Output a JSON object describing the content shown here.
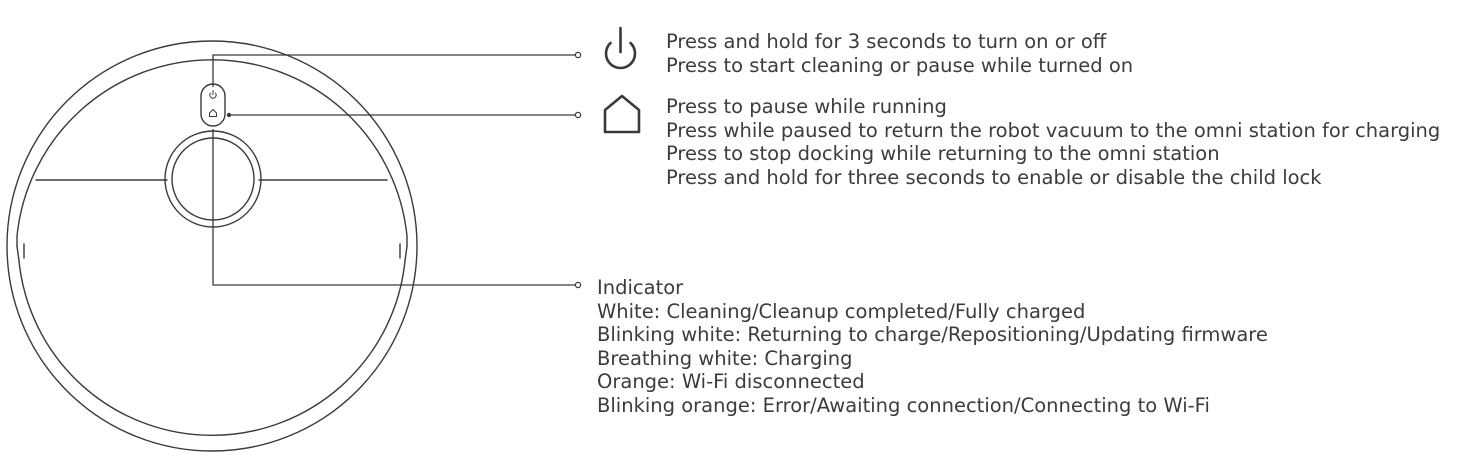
{
  "power_button": {
    "icon": "power-icon",
    "lines": [
      "Press and hold for 3 seconds to turn on or off",
      "Press to start cleaning or pause while turned on"
    ]
  },
  "home_button": {
    "icon": "home-icon",
    "lines": [
      "Press to pause while running",
      "Press while paused to return the robot vacuum to the omni station for charging",
      "Press to stop docking while returning to the omni station",
      "Press and hold for three seconds to enable or disable the child lock"
    ]
  },
  "indicator": {
    "lines": [
      "Indicator",
      "White: Cleaning/Cleanup completed/Fully charged",
      "Blinking white: Returning to charge/Repositioning/Updating firmware",
      "Breathing white: Charging",
      "Orange: Wi-Fi disconnected",
      "Blinking orange: Error/Awaiting connection/Connecting to Wi-Fi"
    ]
  },
  "colors": {
    "line": "#3a3a3a",
    "text": "#3c3c3c",
    "background": "#ffffff"
  }
}
